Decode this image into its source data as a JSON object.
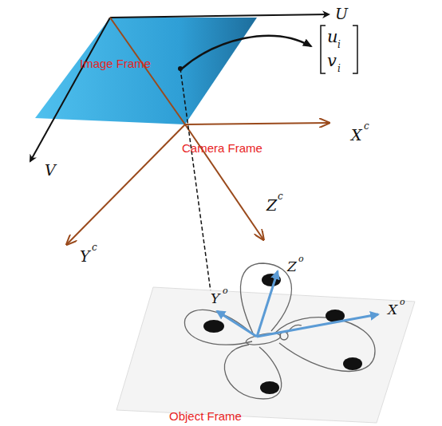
{
  "diagram": {
    "labels": [
      "U",
      "V",
      "Image Frame",
      "u",
      "i",
      "v",
      "i",
      "X",
      "c",
      "Camera Frame",
      "Y",
      "c",
      "Z",
      "c",
      "Y",
      "o",
      "Z",
      "o",
      "X",
      "o",
      "Object Frame"
    ]
  }
}
